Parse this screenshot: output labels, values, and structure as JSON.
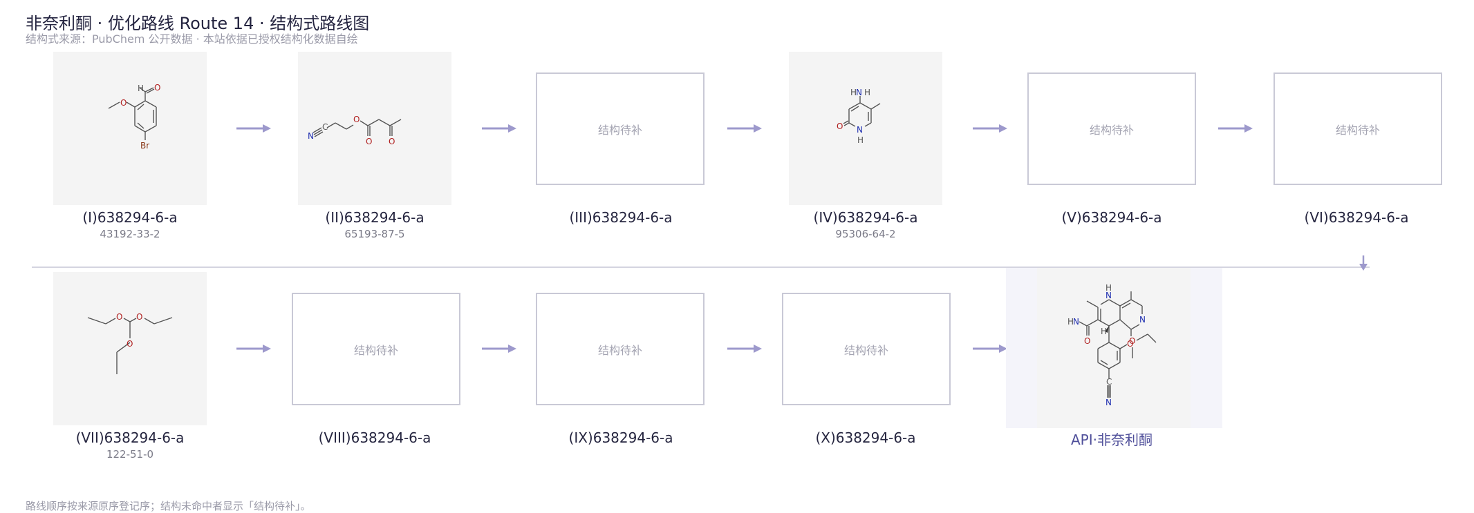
{
  "header": {
    "title": "非奈利酮 · 优化路线 Route 14 · 结构式路线图",
    "subtitle": "结构式来源：PubChem 公开数据 · 本站依据已授权结构化数据自绘"
  },
  "placeholder_text": "结构待补",
  "nodes": [
    {
      "label": "(I)638294-6-a",
      "cas": "43192-33-2",
      "has_structure": true
    },
    {
      "label": "(II)638294-6-a",
      "cas": "65193-87-5",
      "has_structure": true
    },
    {
      "label": "(III)638294-6-a",
      "cas": "",
      "has_structure": false,
      "placeholder": "结构待补"
    },
    {
      "label": "(IV)638294-6-a",
      "cas": "95306-64-2",
      "has_structure": true
    },
    {
      "label": "(V)638294-6-a",
      "cas": "",
      "has_structure": false,
      "placeholder": "结构待补"
    },
    {
      "label": "(VI)638294-6-a",
      "cas": "",
      "has_structure": false,
      "placeholder": "结构待补"
    },
    {
      "label": "(VII)638294-6-a",
      "cas": "122-51-0",
      "has_structure": true
    },
    {
      "label": "(VIII)638294-6-a",
      "cas": "",
      "has_structure": false,
      "placeholder": "结构待补"
    },
    {
      "label": "(IX)638294-6-a",
      "cas": "",
      "has_structure": false,
      "placeholder": "结构待补"
    },
    {
      "label": "(X)638294-6-a",
      "cas": "",
      "has_structure": false,
      "placeholder": "结构待补"
    },
    {
      "label": "API·非奈利酮",
      "cas": "",
      "has_structure": true,
      "is_api": true
    }
  ],
  "atom_labels": {
    "hydrogen": "H",
    "oxygen": "O",
    "nitrogen": "N",
    "bromine": "Br",
    "carbon": "C"
  },
  "footnote": "路线顺序按来源原序登记序；结构未命中者显示「结构待补」。",
  "colors": {
    "arrow": "#9d99cc",
    "bond": "#555555",
    "oxygen": "#b02020",
    "nitrogen": "#2030b0",
    "bromine": "#8a3a1a",
    "api_label": "#4f4f9a"
  }
}
